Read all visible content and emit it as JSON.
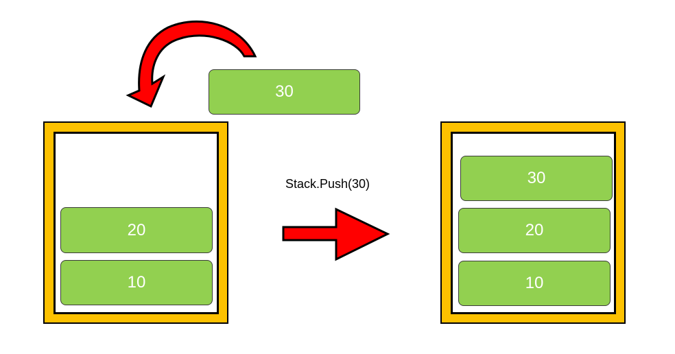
{
  "operation_label": "Stack.Push(30)",
  "incoming_item": "30",
  "before_stack": {
    "items": [
      "20",
      "10"
    ]
  },
  "after_stack": {
    "items": [
      "30",
      "20",
      "10"
    ]
  },
  "colors": {
    "frame": "#fdc100",
    "item": "#92d050",
    "arrow": "#ff0000",
    "outline": "#000000"
  },
  "icons": {
    "push_arrow": "curved-arrow-icon",
    "transition_arrow": "right-arrow-icon"
  }
}
